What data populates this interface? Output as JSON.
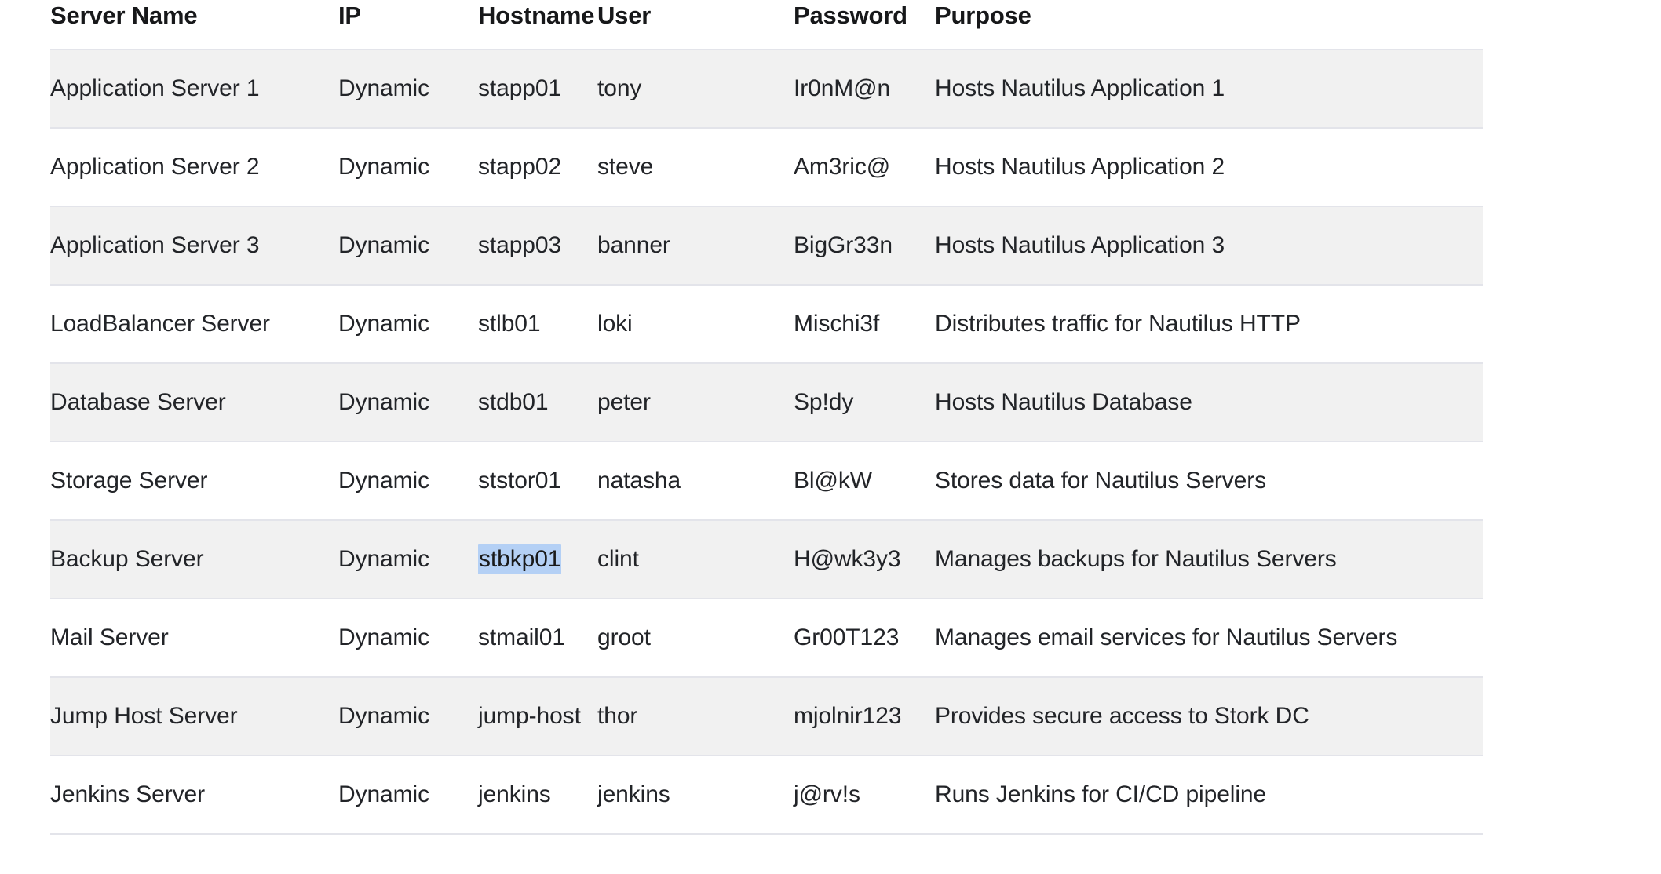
{
  "table": {
    "columns": [
      {
        "key": "server_name",
        "label": "Server Name"
      },
      {
        "key": "ip",
        "label": "IP"
      },
      {
        "key": "hostname",
        "label": "Hostname"
      },
      {
        "key": "user",
        "label": "User"
      },
      {
        "key": "password",
        "label": "Password"
      },
      {
        "key": "purpose",
        "label": "Purpose"
      }
    ],
    "rows": [
      {
        "server_name": "Application Server 1",
        "ip": "Dynamic",
        "hostname": "stapp01",
        "user": "tony",
        "password": "Ir0nM@n",
        "purpose": "Hosts Nautilus Application 1"
      },
      {
        "server_name": "Application Server 2",
        "ip": "Dynamic",
        "hostname": "stapp02",
        "user": "steve",
        "password": "Am3ric@",
        "purpose": "Hosts Nautilus Application 2"
      },
      {
        "server_name": "Application Server 3",
        "ip": "Dynamic",
        "hostname": "stapp03",
        "user": "banner",
        "password": "BigGr33n",
        "purpose": "Hosts Nautilus Application 3"
      },
      {
        "server_name": "LoadBalancer Server",
        "ip": "Dynamic",
        "hostname": "stlb01",
        "user": "loki",
        "password": "Mischi3f",
        "purpose": "Distributes traffic for Nautilus HTTP"
      },
      {
        "server_name": "Database Server",
        "ip": "Dynamic",
        "hostname": "stdb01",
        "user": "peter",
        "password": "Sp!dy",
        "purpose": "Hosts Nautilus Database"
      },
      {
        "server_name": "Storage Server",
        "ip": "Dynamic",
        "hostname": "ststor01",
        "user": "natasha",
        "password": "Bl@kW",
        "purpose": "Stores data for Nautilus Servers"
      },
      {
        "server_name": "Backup Server",
        "ip": "Dynamic",
        "hostname": "stbkp01",
        "user": "clint",
        "password": "H@wk3y3",
        "purpose": "Manages backups for Nautilus Servers"
      },
      {
        "server_name": "Mail Server",
        "ip": "Dynamic",
        "hostname": "stmail01",
        "user": "groot",
        "password": "Gr00T123",
        "purpose": "Manages email services for Nautilus Servers"
      },
      {
        "server_name": "Jump Host Server",
        "ip": "Dynamic",
        "hostname": "jump-host",
        "user": "thor",
        "password": "mjolnir123",
        "purpose": "Provides secure access to Stork DC"
      },
      {
        "server_name": "Jenkins Server",
        "ip": "Dynamic",
        "hostname": "jenkins",
        "user": "jenkins",
        "password": "j@rv!s",
        "purpose": "Runs Jenkins for CI/CD pipeline"
      }
    ],
    "selection": {
      "row_index": 6,
      "column_key": "hostname",
      "selected_value": "stbkp01",
      "highlight_color": "#b4d0f5"
    },
    "styling": {
      "stripe_background": "#f1f1f1",
      "row_background": "#ffffff",
      "border_color": "#e3e4ea",
      "text_color": "#222428",
      "header_text_color": "#17181a"
    }
  }
}
